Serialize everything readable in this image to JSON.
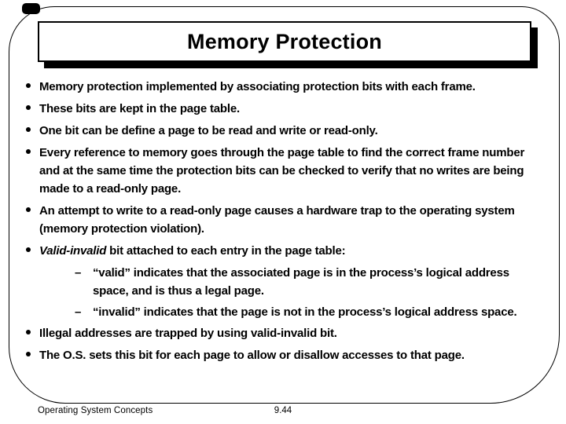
{
  "slide": {
    "title": "Memory Protection",
    "bullet_glyph": "•",
    "dash_glyph": "–",
    "bullets": [
      {
        "text": "Memory protection implemented by associating protection bits with each frame."
      },
      {
        "text": "These bits are kept in the page table."
      },
      {
        "text": "One bit can be define a page to be read and write or read-only."
      },
      {
        "text": "Every reference to memory goes through the page table to find the correct frame number and at the same time the protection bits can be checked to verify that no writes are being made to a read-only page."
      },
      {
        "text": "An attempt to write to a read-only page causes a hardware trap to the operating system (memory protection violation)."
      },
      {
        "lead_italic": "Valid-invalid",
        "text": " bit attached to each entry in the page table:"
      },
      {
        "text": "Illegal addresses are trapped by using valid-invalid bit."
      },
      {
        "text": "The O.S. sets this bit for each page to allow or disallow accesses to that page."
      }
    ],
    "sub_bullets": [
      {
        "text": "“valid” indicates that the associated page is in the process’s logical address space, and is thus a legal page."
      },
      {
        "text": "“invalid” indicates that the page is not in the process’s logical address space."
      }
    ],
    "footer": {
      "course": "Operating System Concepts",
      "page": "9.44"
    },
    "colors": {
      "background": "#ffffff",
      "ink": "#000000"
    }
  }
}
